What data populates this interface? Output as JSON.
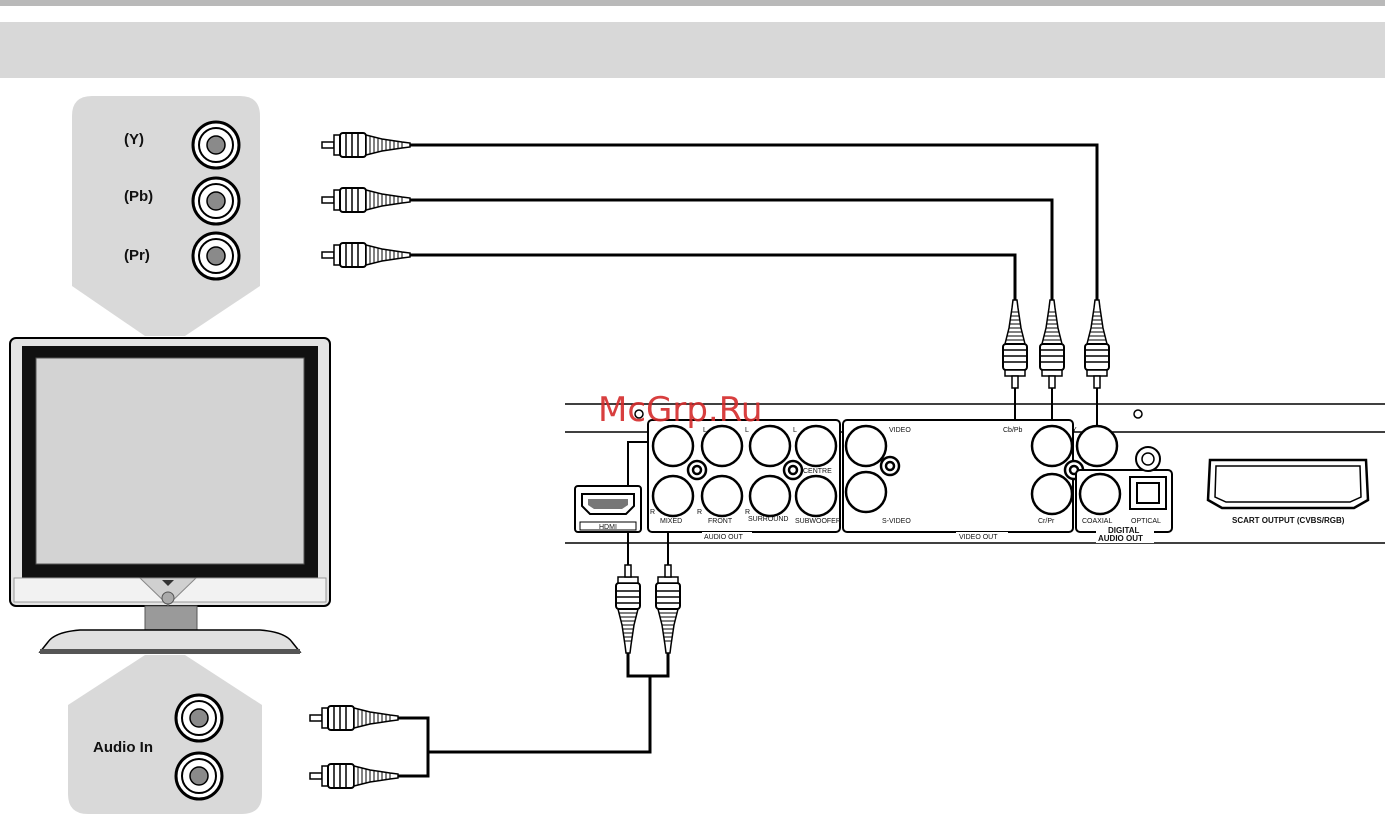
{
  "tv_inputs": {
    "component": [
      "(Y)",
      "(Pb)",
      "(Pr)"
    ],
    "audio": "Audio In"
  },
  "player_panel": {
    "audio_out_channels": {
      "L": "L",
      "R": "R",
      "mixed": "MIXED",
      "front": "FRONT",
      "surround": "SURROUND",
      "centre": "CENTRE",
      "subwoofer": "SUBWOOFER"
    },
    "audio_out": "AUDIO OUT",
    "hdmi": "HDMI",
    "video": "VIDEO",
    "s_video": "S-VIDEO",
    "video_out": "VIDEO OUT",
    "cb_pb": "Cb/Pb",
    "y": "Y",
    "cr_pr": "Cr/Pr",
    "coaxial": "COAXIAL",
    "optical": "OPTICAL",
    "digital_audio_out_1": "DIGITAL",
    "digital_audio_out_2": "AUDIO OUT",
    "scart": "SCART OUTPUT (CVBS/RGB)"
  },
  "watermark": "McGrp.Ru"
}
